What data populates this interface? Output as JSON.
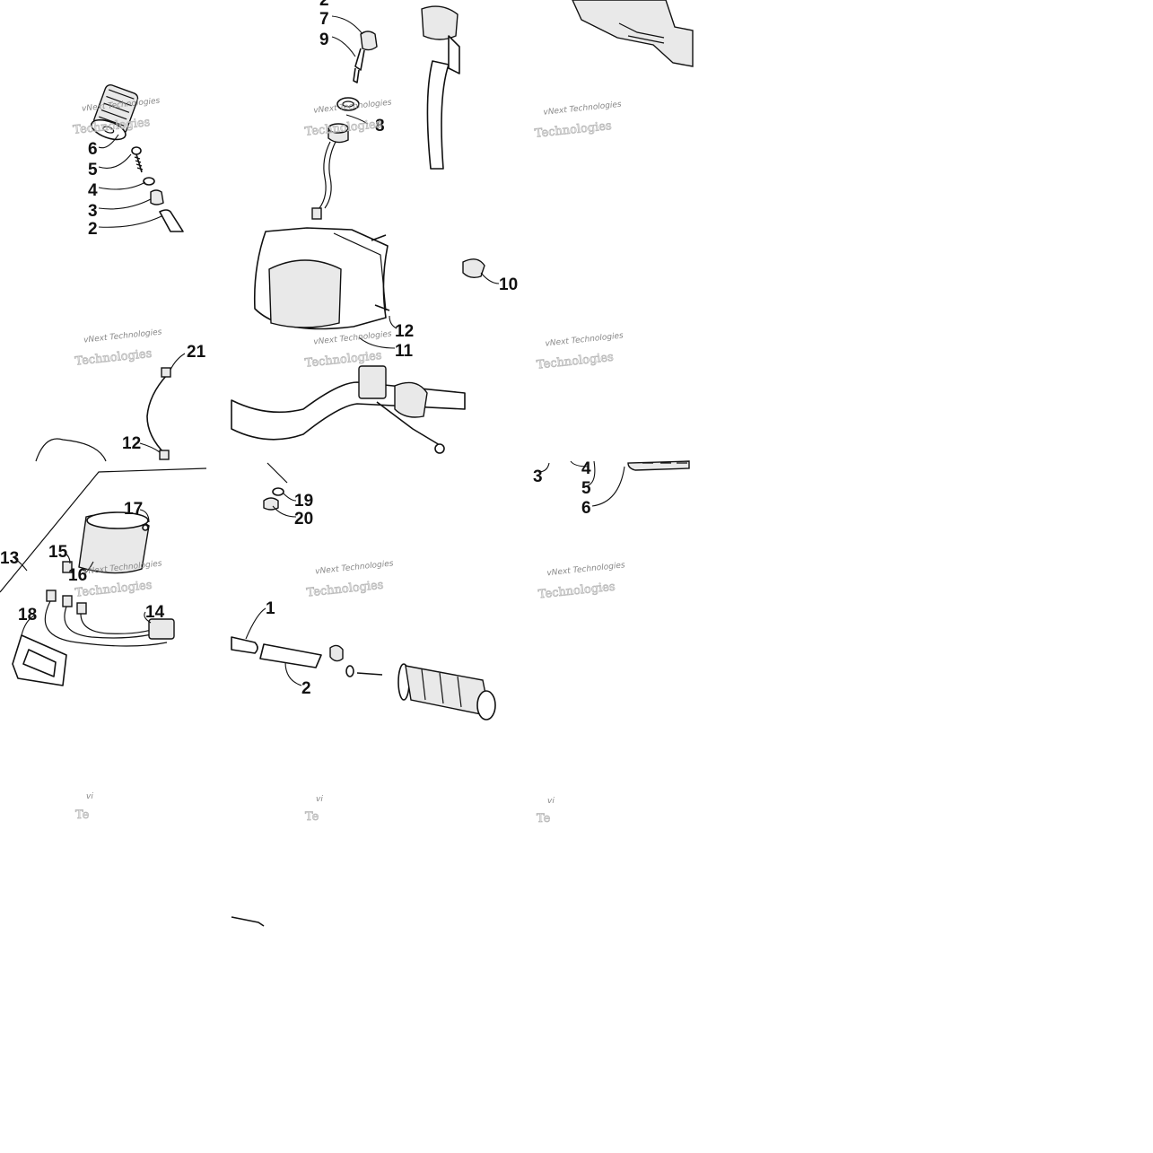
{
  "watermark": {
    "line1": "vNext Technologies",
    "line2": "Technologies",
    "stub1": "vi",
    "stub2": "Te"
  },
  "callouts": {
    "c1": "1",
    "c2": "2",
    "c3": "3",
    "c4": "4",
    "c5": "5",
    "c6": "6",
    "c7": "7",
    "c8": "8",
    "c9": "9",
    "c10": "10",
    "c11": "11",
    "c12": "12",
    "c13": "13",
    "c14": "14",
    "c15": "15",
    "c16": "16",
    "c17": "17",
    "c18": "18",
    "c19": "19",
    "c20": "20",
    "c21": "21"
  }
}
